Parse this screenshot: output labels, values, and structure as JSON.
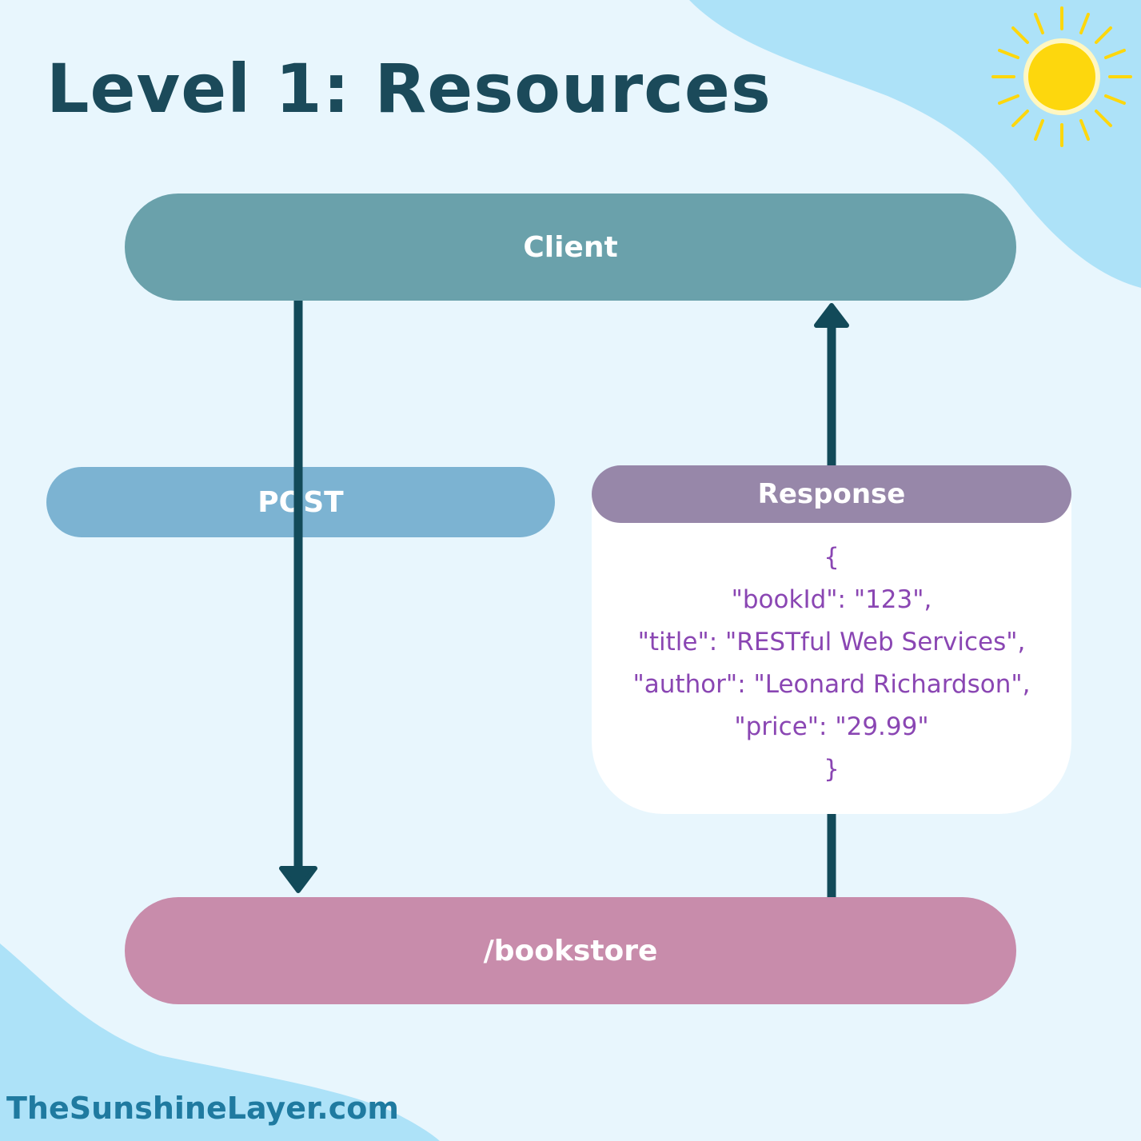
{
  "title": "Level 1: Resources",
  "nodes": {
    "client": "Client",
    "post": "POST",
    "response": "Response",
    "bookstore": "/bookstore"
  },
  "response_body": [
    "{",
    "\"bookId\": \"123\",",
    "\"title\": \"RESTful Web Services\",",
    "\"author\": \"Leonard Richardson\",",
    "\"price\": \"29.99\"",
    "}"
  ],
  "footer": "TheSunshineLayer.com",
  "colors": {
    "background": "#e8f6fd",
    "blob": "#ade2f8",
    "title": "#1b4a5a",
    "client": "#6aa1ab",
    "post": "#7cb3d2",
    "response": "#9787a9",
    "bookstore": "#c88cab",
    "json_text": "#8a46b3",
    "arrow": "#124a59",
    "sun": "#fdd70d",
    "footer": "#1f7aa0"
  },
  "icons": [
    "sun-icon",
    "arrow-down",
    "arrow-up"
  ]
}
